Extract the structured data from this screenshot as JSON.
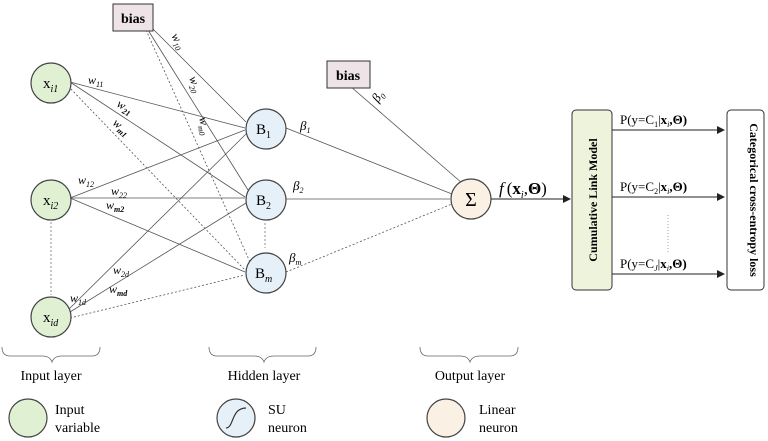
{
  "colors": {
    "input_fill": "#dff1d2",
    "input_stroke": "#4a4a4a",
    "hidden_fill": "#e6f0f8",
    "output_fill": "#fbf0e4",
    "bias_fill": "#eee3e6",
    "clm_fill": "#eef3dc",
    "line": "#555555"
  },
  "bias_hidden": "bias",
  "bias_output": "bias",
  "inputs": [
    {
      "main": "x",
      "sub": "i1"
    },
    {
      "main": "x",
      "sub": "i2"
    },
    {
      "main": "x",
      "sub": "id"
    }
  ],
  "hidden": [
    {
      "main": "B",
      "sub": "1"
    },
    {
      "main": "B",
      "sub": "2"
    },
    {
      "main": "B",
      "sub": "m"
    }
  ],
  "output_symbol": "Σ",
  "weights": [
    {
      "main": "w",
      "sub": "11"
    },
    {
      "main": "w",
      "sub": "21"
    },
    {
      "main": "w",
      "sub": "m1"
    },
    {
      "main": "w",
      "sub": "12"
    },
    {
      "main": "w",
      "sub": "22"
    },
    {
      "main": "w",
      "sub": "m2"
    },
    {
      "main": "w",
      "sub": "1d"
    },
    {
      "main": "w",
      "sub": "2d"
    },
    {
      "main": "w",
      "sub": "md"
    }
  ],
  "bias_weights": [
    {
      "main": "w",
      "sub": "10"
    },
    {
      "main": "w",
      "sub": "20"
    },
    {
      "main": "w",
      "sub": "m0"
    }
  ],
  "betas": [
    {
      "main": "β",
      "sub": "0"
    },
    {
      "main": "β",
      "sub": "1"
    },
    {
      "main": "β",
      "sub": "2"
    },
    {
      "main": "β",
      "sub": "m"
    }
  ],
  "f_label": {
    "f": "f",
    "open": "(",
    "x": "x",
    "xsub": "i",
    "sep": ",",
    "theta": "Θ",
    "close": ")"
  },
  "clm_label": "Cumulative Link Model",
  "loss_label": "Categorical cross-entropy loss",
  "probs": [
    {
      "pre": "P(y=C",
      "csub": "1",
      "mid": "|",
      "x": "x",
      "xsub": "i",
      "post": ",Θ)"
    },
    {
      "pre": "P(y=C",
      "csub": "2",
      "mid": "|",
      "x": "x",
      "xsub": "i",
      "post": ",Θ)"
    },
    {
      "pre": "P(y=C",
      "csub": "J",
      "mid": "|",
      "x": "x",
      "xsub": "i",
      "post": ",Θ)"
    }
  ],
  "layers": [
    "Input layer",
    "Hidden layer",
    "Output layer"
  ],
  "legend": [
    {
      "line1": "Input",
      "line2": "variable"
    },
    {
      "line1": "SU",
      "line2": "neuron"
    },
    {
      "line1": "Linear",
      "line2": "neuron"
    }
  ]
}
